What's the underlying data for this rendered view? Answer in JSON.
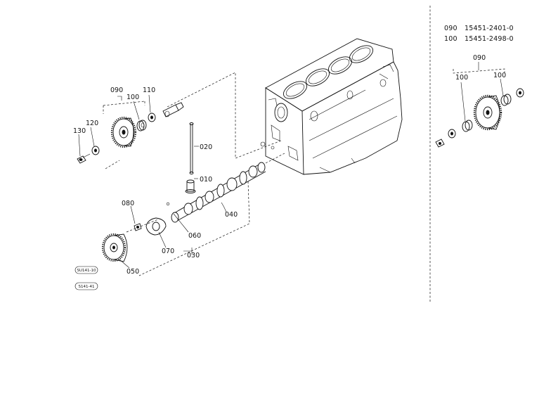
{
  "callouts": {
    "c010": "010",
    "c020": "020",
    "c030": "030",
    "c040": "040",
    "c050": "050",
    "c060": "060",
    "c070": "070",
    "c080": "080",
    "c090": "090",
    "c100": "100",
    "c110": "110",
    "c120": "120",
    "c130": "130"
  },
  "inset": {
    "legend": [
      {
        "ref": "090",
        "part": "15451-2401-0"
      },
      {
        "ref": "100",
        "part": "15451-2498-0"
      }
    ],
    "callouts": {
      "c090": "090",
      "c100_left": "100",
      "c100_right": "100"
    }
  },
  "stamps": {
    "a": "SU141-10",
    "b": "S141-41"
  }
}
